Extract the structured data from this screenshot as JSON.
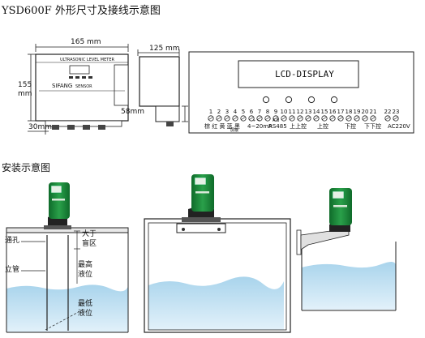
{
  "header": {
    "title": "YSD600F 外形尺寸及接线示意图",
    "install_title": "安装示意图"
  },
  "dimensions": {
    "width_165": "165 mm",
    "depth_125": "125 mm",
    "height_155": "155",
    "height_155_unit": "mm",
    "side_58": "58mm",
    "bottom_30": "30mm"
  },
  "device": {
    "panel_label": "ULTRASONIC LEVEL METER",
    "brand": "SIFANG",
    "brand_sub": "SENSOR"
  },
  "terminal": {
    "display_label": "LCD-DISPLAY",
    "numbers": [
      "1",
      "2",
      "3",
      "4",
      "5",
      "6",
      "7",
      "8",
      "9",
      "10",
      "11",
      "12",
      "13",
      "14",
      "15",
      "16",
      "17",
      "18",
      "19",
      "20",
      "21",
      "22",
      "23"
    ],
    "labels": {
      "wires": "棕 红 黄 蓝 黑",
      "shield": "屏蔽",
      "current_pm": "+ −",
      "current": "4~20mA",
      "rs_ab": "A B",
      "rs485": "RS485",
      "upper_upper": "上上控",
      "upper": "上控",
      "lower": "下控",
      "lower_lower": "下下控",
      "power": "AC220V"
    }
  },
  "install": {
    "vent_hole": "通孔",
    "standpipe": "立管",
    "blind_zone_1": "大于",
    "blind_zone_2": "盲区",
    "max_level_1": "最高",
    "max_level_2": "液位",
    "min_level_1": "最低",
    "min_level_2": "液位"
  },
  "colors": {
    "sensor_green": "#1f8a3a",
    "water_blue": "#a9d4ec",
    "water_light": "#e2f1fa",
    "line": "#222222"
  }
}
